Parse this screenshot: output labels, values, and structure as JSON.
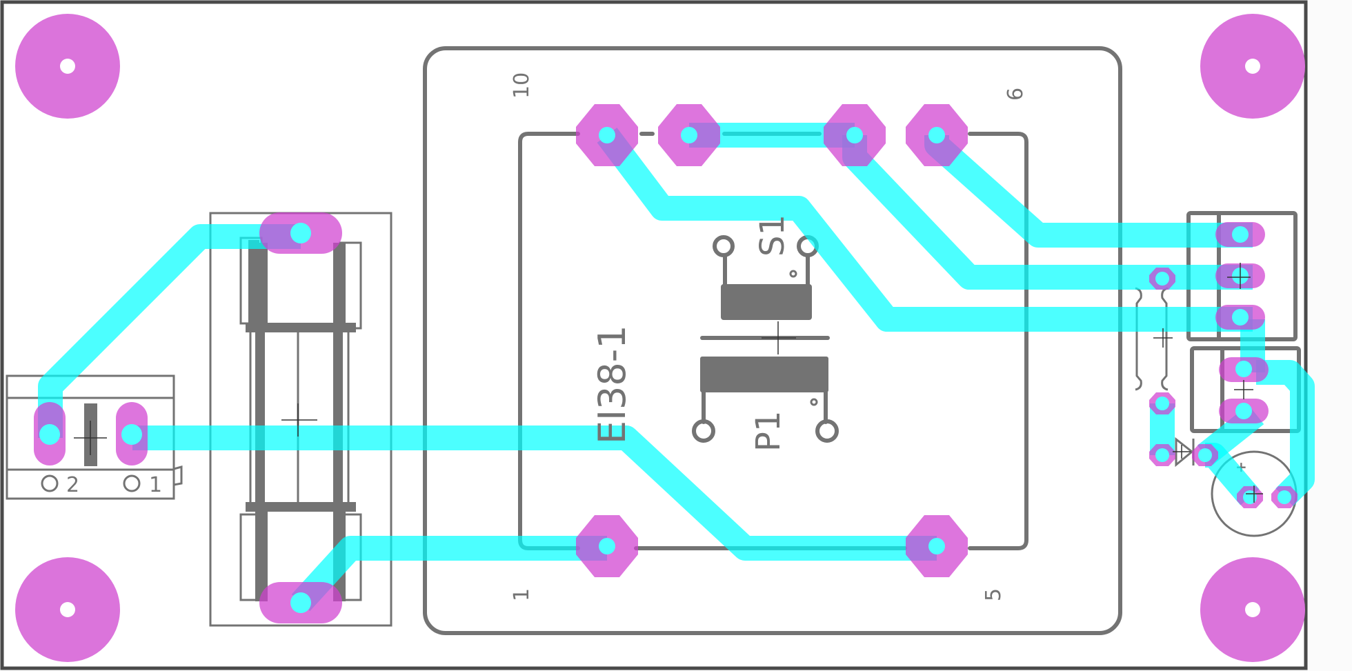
{
  "view": {
    "title": "PCB layout view",
    "colors": {
      "background": "#ffffff",
      "outline": "#4a4a4a",
      "silkscreen": "#737373",
      "copper_trace": "#4dffff",
      "pad": "#db74db",
      "drill": "#4dffff"
    }
  },
  "components": {
    "transformer": {
      "designator": "EI38-1",
      "pin_labels": {
        "top_left": "10",
        "top_right": "6",
        "bottom_left": "1",
        "bottom_right": "5"
      }
    },
    "switch": {
      "designator": "S1"
    },
    "button": {
      "designator": "P1"
    },
    "terminal_block": {
      "pin_labels": [
        "2",
        "1"
      ]
    },
    "capacitor": {
      "polarity_mark": "+"
    },
    "fuse_holder": {
      "designator": ""
    },
    "connector_right": {
      "pins": 3
    },
    "connector_right_small": {
      "pins": 2
    },
    "diode": {
      "symbol": "diode"
    }
  },
  "mounting_holes": [
    "top-left",
    "top-right",
    "bottom-left",
    "bottom-right"
  ]
}
